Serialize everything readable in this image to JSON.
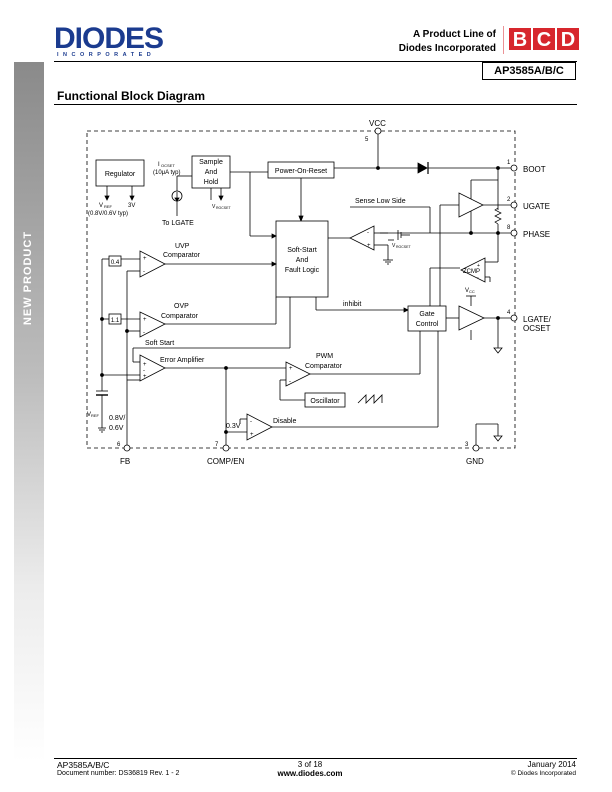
{
  "header": {
    "logo_text": "DIODES",
    "logo_subtext": "INCORPORATED",
    "product_line_1": "A Product Line of",
    "product_line_2": "Diodes Incorporated",
    "bcd_text": "BCD",
    "part_number": "AP3585A/B/C"
  },
  "sidebar": {
    "label": "NEW PRODUCT"
  },
  "section_title": "Functional Block Diagram",
  "diagram": {
    "pins": {
      "vcc": "VCC",
      "vcc_num": "5",
      "boot": "BOOT",
      "boot_num": "1",
      "ugate": "UGATE",
      "ugate_num": "2",
      "phase": "PHASE",
      "phase_num": "8",
      "lgate": "LGATE/",
      "lgate2": "OCSET",
      "lgate_num": "4",
      "fb": "FB",
      "fb_num": "6",
      "comp": "COMP/EN",
      "comp_num": "7",
      "gnd": "GND",
      "gnd_num": "3"
    },
    "blocks": {
      "regulator": "Regulator",
      "sample_hold_1": "Sample",
      "sample_hold_2": "And",
      "sample_hold_3": "Hold",
      "por": "Power-On-Reset",
      "softstart_1": "Soft-Start",
      "softstart_2": "And",
      "softstart_3": "Fault Logic",
      "gate_1": "Gate",
      "gate_2": "Control",
      "oscillator": "Oscillator"
    },
    "labels": {
      "iocset": "I",
      "iocset_sub": "OCSET",
      "iocset_typ": "(10μA typ)",
      "vref_out": "V",
      "vref_out_sub": "REF",
      "vref_typ": "(0.8V/0.6V typ)",
      "v3": "3V",
      "to_lgate": "To LGATE",
      "vrocset": "V",
      "vrocset_sub": "ROCSET",
      "sense_low": "Sense Low Side",
      "vrocset2": "V",
      "vrocset2_sub": "ROCSET",
      "uvp_1": "UVP",
      "uvp_2": "Comparator",
      "ovp_1": "OVP",
      "ovp_2": "Comparator",
      "ref_04": "0.4",
      "ref_11": "1.1",
      "soft_start": "Soft Start",
      "error_amp": "Error Amplifier",
      "inhibit": "inhibit",
      "pwm_1": "PWM",
      "pwm_2": "Comparator",
      "vref_bot": "V",
      "vref_bot_sub": "REF",
      "v08": "0.8V/",
      "v06": "0.6V",
      "v03": "0.3V",
      "disable": "Disable",
      "zcmp": "ZCMP",
      "vcc_small": "V",
      "vcc_small_sub": "CC"
    }
  },
  "footer": {
    "part": "AP3585A/B/C",
    "docnum": "Document number: DS36819  Rev. 1 - 2",
    "page": "3 of 18",
    "url": "www.diodes.com",
    "date": "January 2014",
    "copyright": "© Diodes Incorporated"
  },
  "colors": {
    "diodes_blue": "#1b3b8f",
    "bcd_red": "#d7262d"
  }
}
